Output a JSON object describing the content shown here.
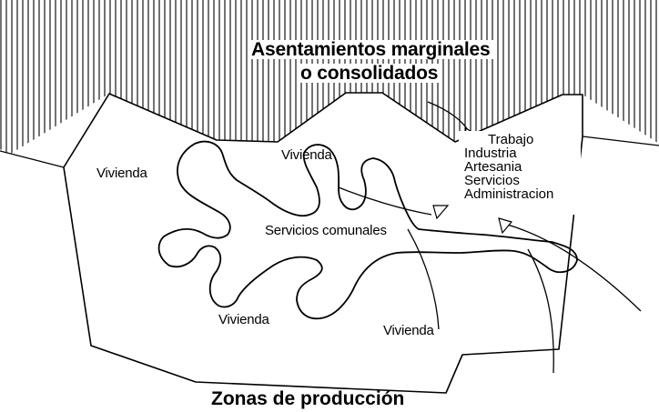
{
  "diagram": {
    "title_top_line1": "Asentamientos marginales",
    "title_top_line2": "o consolidados",
    "title_bottom": "Zonas de producción",
    "labels": {
      "vivienda_left": "Vivienda",
      "vivienda_top": "Vivienda",
      "vivienda_bottom_left": "Vivienda",
      "vivienda_bottom_right": "Vivienda",
      "servicios_comunales": "Servicios comunales"
    },
    "activities": [
      "Trabajo",
      "Industria",
      "Artesania",
      "Servicios",
      "Administracion"
    ]
  }
}
